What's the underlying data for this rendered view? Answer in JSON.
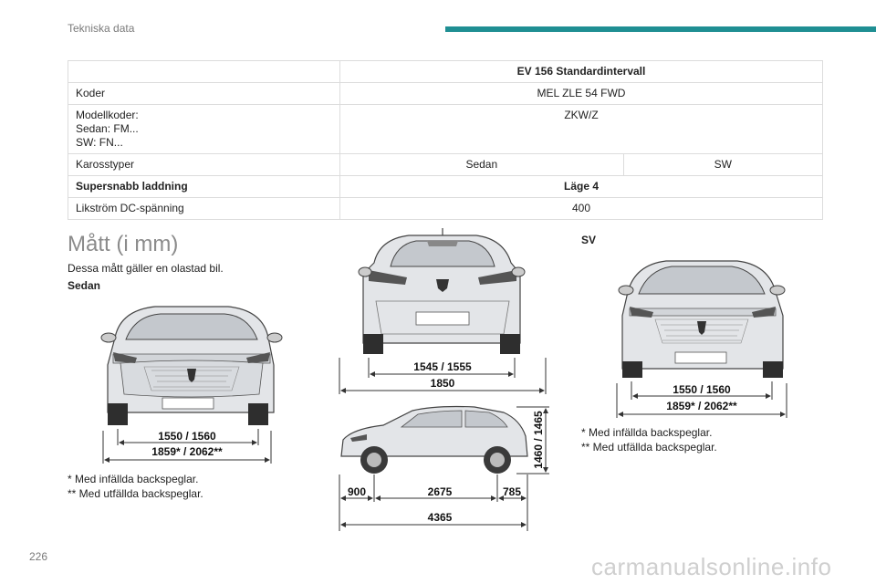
{
  "header": {
    "title": "Tekniska data"
  },
  "table": {
    "header_value": "EV 156 Standardintervall",
    "rows": {
      "koder": {
        "label": "Koder",
        "value": "MEL ZLE 54 FWD"
      },
      "modellkoder": {
        "label_line1": "Modellkoder:",
        "label_line2": "Sedan: FM...",
        "label_line3": "SW: FN...",
        "value": "ZKW/Z"
      },
      "karosstyper": {
        "label": "Karosstyper",
        "value1": "Sedan",
        "value2": "SW"
      },
      "supersnabb": {
        "label": "Supersnabb laddning",
        "value": "Läge 4"
      },
      "likstrom": {
        "label": "Likström DC-spänning",
        "value": "400"
      }
    }
  },
  "section": {
    "title": "Mått (i mm)",
    "intro": "Dessa mått gäller en olastad bil.",
    "sedan_label": "Sedan",
    "sv_label": "SV"
  },
  "dims": {
    "sedan_front_track": "1550 / 1560",
    "sedan_front_width": "1859* / 2062**",
    "rear_track": "1545 / 1555",
    "rear_width": "1850",
    "height": "1460 / 1465",
    "front_overhang": "900",
    "wheelbase": "2675",
    "rear_overhang": "785",
    "length": "4365",
    "sv_front_track": "1550 / 1560",
    "sv_front_width": "1859* / 2062**"
  },
  "footnotes": {
    "left1": "* Med infällda backspeglar.",
    "left2": "** Med utfällda backspeglar.",
    "right1": "* Med infällda backspeglar.",
    "right2": "** Med utfällda backspeglar."
  },
  "footer": {
    "page_number": "226",
    "watermark": "carmanualsonline.info"
  }
}
